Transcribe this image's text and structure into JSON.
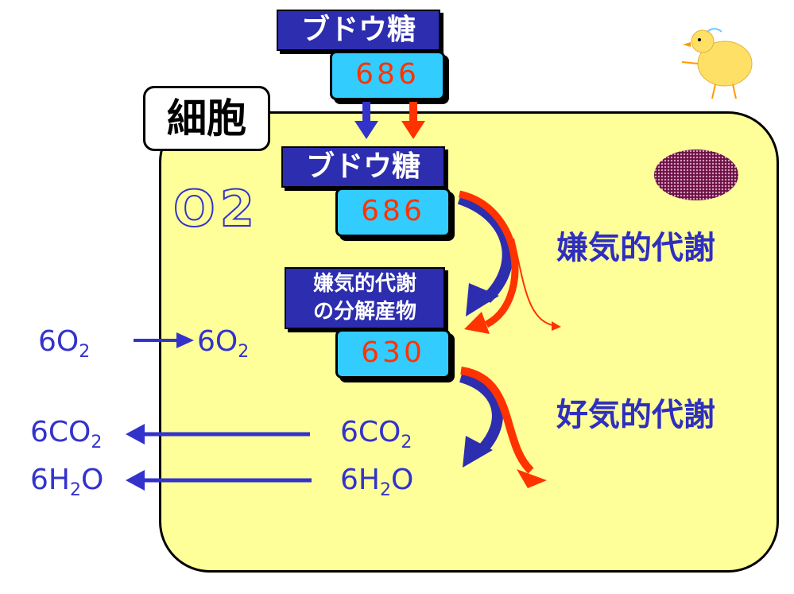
{
  "cell": {
    "label": "細胞"
  },
  "top": {
    "glucose_label": "ブドウ糖",
    "value": "686"
  },
  "inner": {
    "glucose_label": "ブドウ糖",
    "value": "686"
  },
  "o2_label": "O2",
  "anaerobic": {
    "product_line1": "嫌気的代謝",
    "product_line2": "の分解産物",
    "value": "630",
    "process_label": "嫌気的代謝"
  },
  "aerobic": {
    "process_label": "好気的代謝"
  },
  "exchange": {
    "o2_outside": {
      "coef": "6O",
      "sub": "2"
    },
    "o2_inside": {
      "coef": "6O",
      "sub": "2"
    },
    "co2_outside": {
      "pre": "6CO",
      "sub": "2"
    },
    "co2_inside": {
      "pre": "6CO",
      "sub": "2"
    },
    "h2o_outside": {
      "pre": "6H",
      "sub": "2",
      "post": "O"
    },
    "h2o_inside": {
      "pre": "6H",
      "sub": "2",
      "post": "O"
    }
  },
  "colors": {
    "cell_fill": "#ffff99",
    "dark_box": "#2d2daf",
    "number_box": "#33ccff",
    "number_text": "#ff3300",
    "blue_arrow": "#3333cc",
    "red_arrow": "#ff3300",
    "text_blue": "#2f2fbf"
  },
  "icons": {
    "mascot": "chick-icon"
  }
}
